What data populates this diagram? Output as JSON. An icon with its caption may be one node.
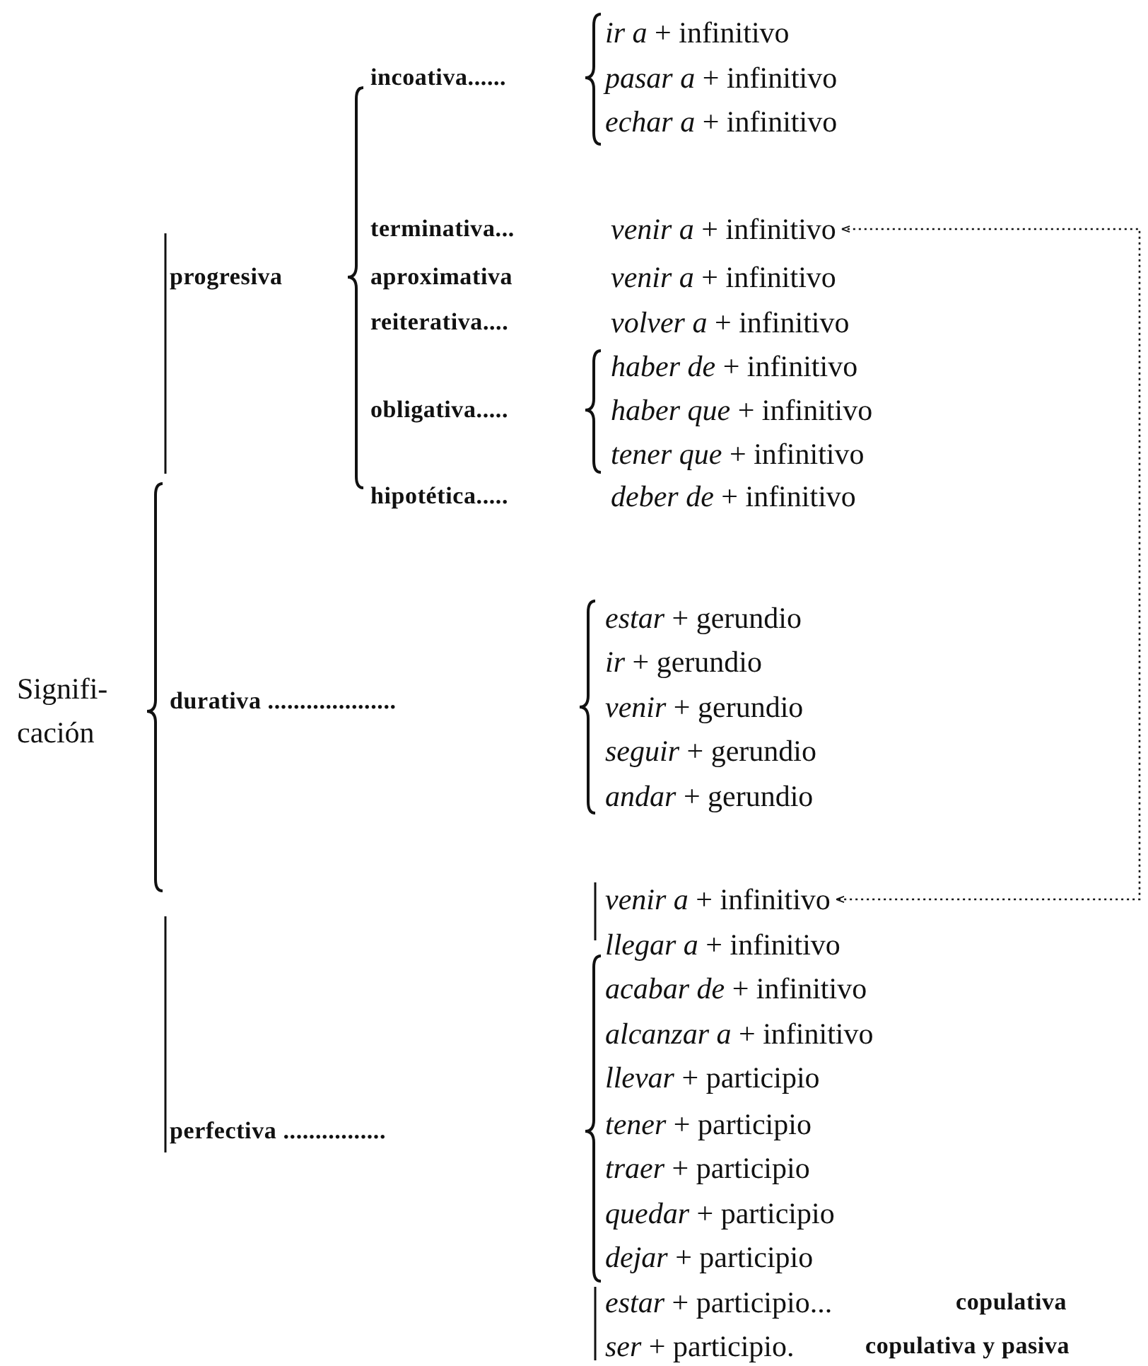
{
  "diagram": {
    "nodes": [
      {
        "text": [
          "*venir a* + infinitivo"
        ]
      },
      {
        "text": [
          "*venir a* + infinitivo"
        ]
      }
    ],
    "edges": [
      {
        "from": 0,
        "to": 1,
        "arrow": "both",
        "style": "dashed"
      }
    ],
    "labels": [
      "*ir a* + infinitivo",
      "incoativa......",
      "*pasar a* + infinitivo",
      "*echar a* + infinitivo",
      "terminativa...",
      "progresiva",
      "aproximativa",
      "*venir a* + infinitivo",
      "reiterativa....",
      "*volver a* + infinitivo",
      "*haber de* + infinitivo",
      "obligativa.....",
      "*haber que* + infinitivo",
      "*tener que* + infinitivo",
      "hipotética.....",
      "*deber de* + infinitivo",
      "*estar* + gerundio",
      "*ir* + gerundio",
      "Signifi- cación",
      "durativa ....................",
      "*venir* + gerundio",
      "*seguir* + gerundio",
      "*andar* + gerundio",
      "*llegar a* + infinitivo",
      "*acabar de* + infinitivo",
      "*alcanzar a* + infinitivo",
      "*llevar* + participio",
      "perfectiva ................",
      "*tener* + participio",
      "*traer* + participio",
      "*quedar* + participio",
      "*dejar* + participio",
      "*estar* + participio...",
      "copulativa",
      "*ser* + participio.",
      "copulativa y pasiva"
    ]
  }
}
